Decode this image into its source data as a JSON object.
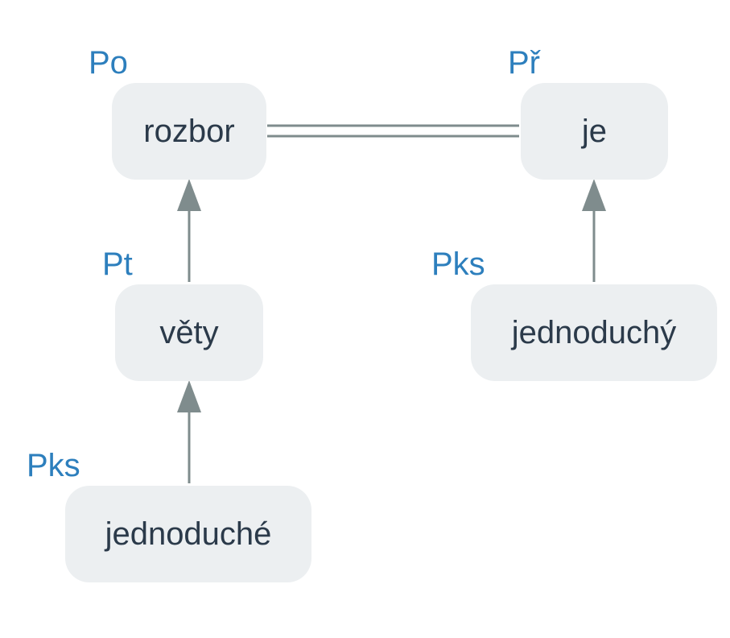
{
  "diagram": {
    "nodes": {
      "rozbor": {
        "word": "rozbor",
        "role": "Po"
      },
      "je": {
        "word": "je",
        "role": "Př"
      },
      "vety": {
        "word": "věty",
        "role": "Pt"
      },
      "jednoduchy": {
        "word": "jednoduchý",
        "role": "Pks"
      },
      "jednoduche": {
        "word": "jednoduché",
        "role": "Pks"
      }
    },
    "colors": {
      "node_fill": "#eceff1",
      "node_text": "#2b3a4a",
      "role_text": "#2d7fbd",
      "edge": "#7f8c8d"
    }
  }
}
